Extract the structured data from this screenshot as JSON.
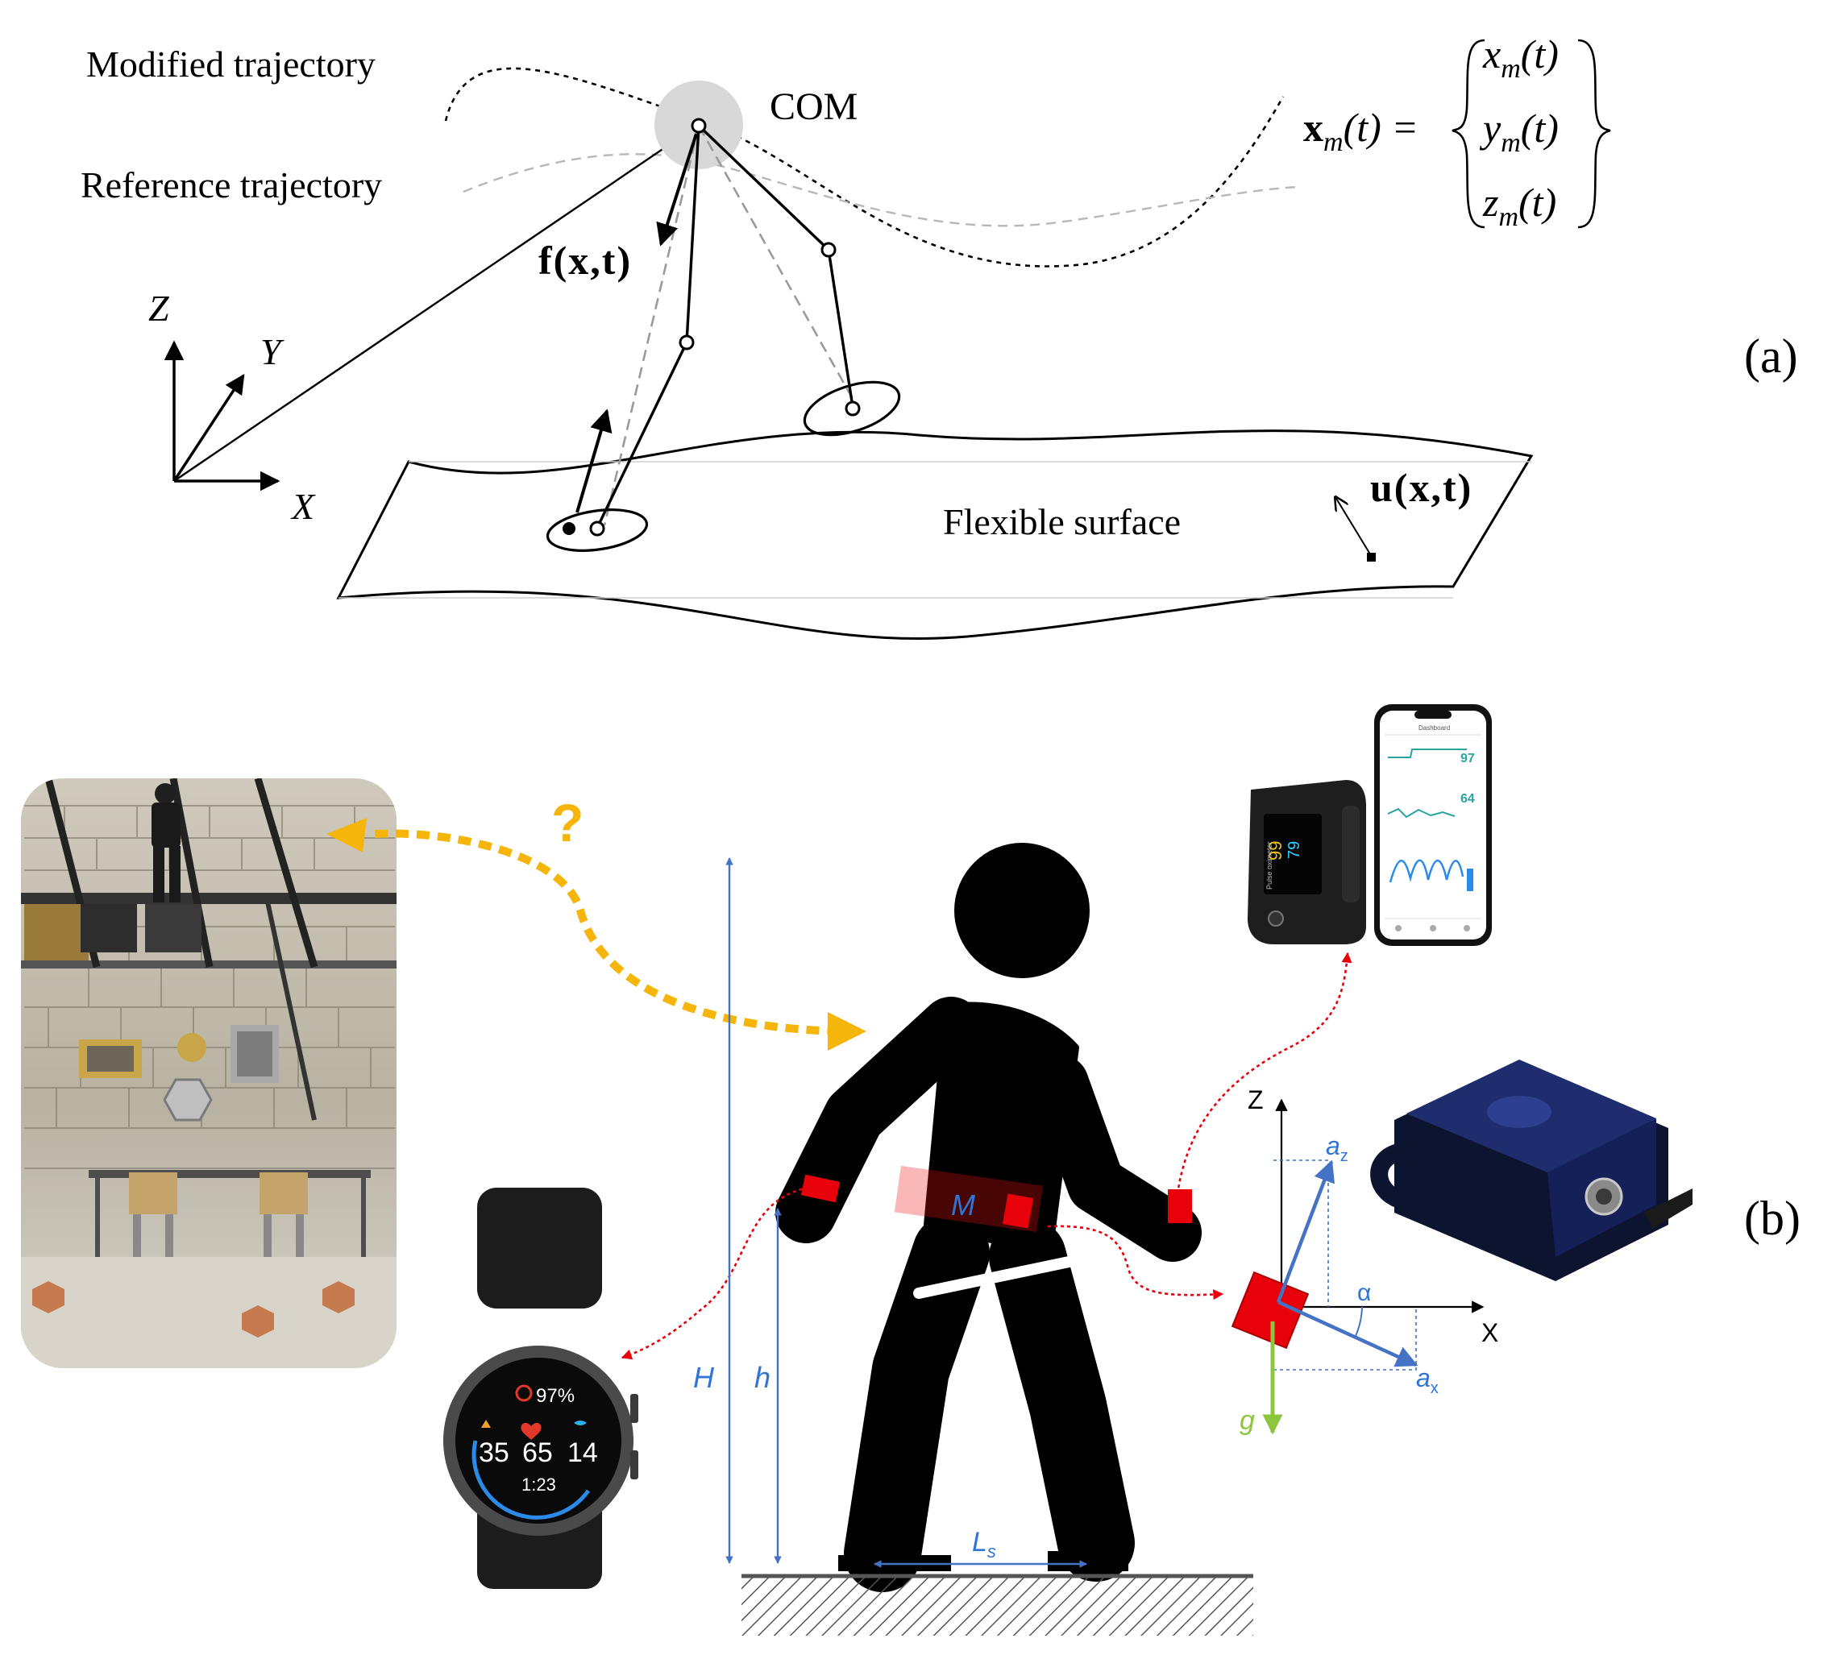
{
  "panel_a": {
    "label": "(a)",
    "modified_trajectory": "Modified trajectory",
    "reference_trajectory": "Reference trajectory",
    "com": "COM",
    "force": "f(x,t)",
    "surface": "Flexible surface",
    "displacement": "u(x,t)",
    "axes": {
      "z": "Z",
      "y": "Y",
      "x": "X"
    },
    "equation": {
      "lhs": "x",
      "lhs_sub": "m",
      "lhs_arg": "(t) =",
      "rows": [
        {
          "var": "x",
          "sub": "m",
          "arg": "(t)"
        },
        {
          "var": "y",
          "sub": "m",
          "arg": "(t)"
        },
        {
          "var": "z",
          "sub": "m",
          "arg": "(t)"
        }
      ]
    }
  },
  "panel_b": {
    "label": "(b)",
    "question_mark": "?",
    "height_H": "H",
    "height_h": "h",
    "mass": "M",
    "step_length": "L",
    "step_length_sub": "s",
    "axes": {
      "z": "Z",
      "x": "X",
      "az": "a",
      "az_sub": "z",
      "ax": "a",
      "ax_sub": "x",
      "g": "g",
      "alpha": "α"
    },
    "watch": {
      "spo2": "97%",
      "left": "35",
      "center": "65",
      "right": "14",
      "time": "1:23"
    },
    "phone": {
      "value_top": "97",
      "value_bottom": "64",
      "header": "Dashboard"
    },
    "oximeter": {
      "reading1": "99",
      "reading2": "79",
      "label": "Pulse oximeter"
    }
  },
  "colors": {
    "accent_orange": "#f5b50a",
    "arrow_blue": "#4472c4",
    "sensor_red": "#e8000b",
    "link_red": "#e8000b",
    "gravity_green": "#8cc63f"
  }
}
